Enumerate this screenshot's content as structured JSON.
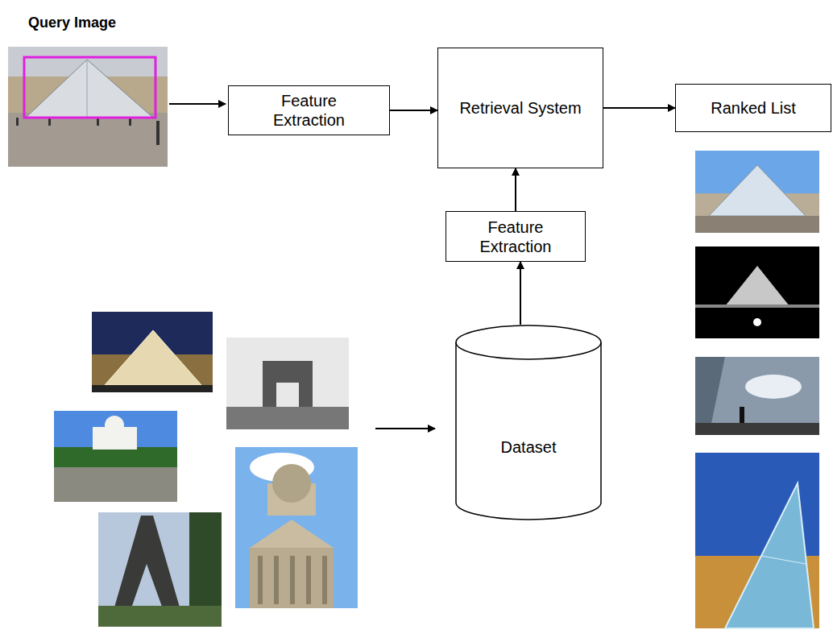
{
  "diagram": {
    "nodes": [
      {
        "text": [
          "Feature Extraction"
        ]
      },
      {
        "text": [
          "Retrieval System"
        ]
      },
      {
        "text": [
          "Ranked List"
        ]
      },
      {
        "text": [
          "Feature Extraction"
        ]
      },
      {
        "text": [
          "Dataset"
        ]
      }
    ],
    "edges": [
      {
        "from": 0,
        "to": 1,
        "arrow": "to"
      },
      {
        "from": 1,
        "to": 2,
        "arrow": "to"
      },
      {
        "from": 3,
        "to": 1,
        "arrow": "to"
      },
      {
        "from": 4,
        "to": 3,
        "arrow": "to"
      }
    ],
    "labels": [
      "Query Image"
    ]
  }
}
